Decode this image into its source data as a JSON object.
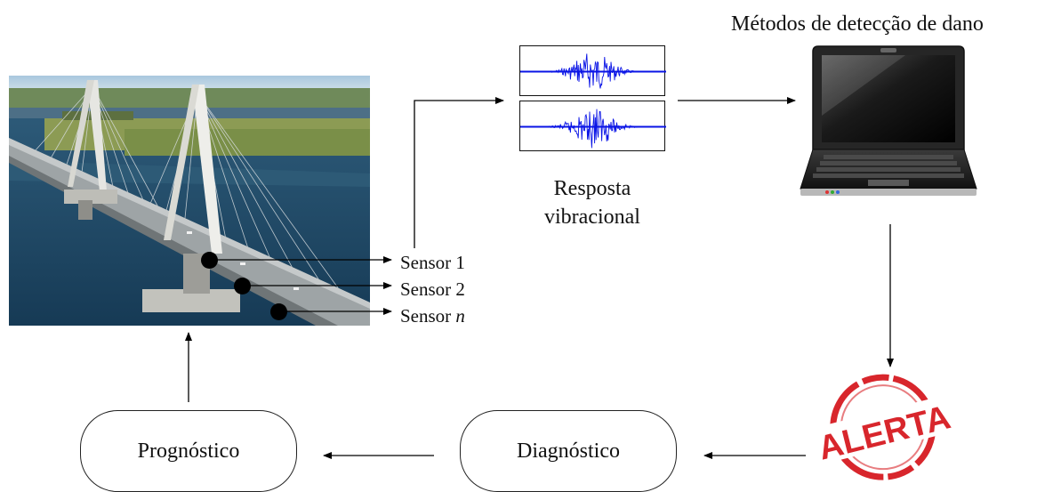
{
  "title": "Métodos de detecção de dano",
  "response": {
    "line1": "Resposta",
    "line2": "vibracional"
  },
  "sensors": [
    {
      "label": "Sensor 1",
      "suffix": ""
    },
    {
      "label": "Sensor 2",
      "suffix": ""
    },
    {
      "label": "Sensor ",
      "suffix": "n"
    }
  ],
  "nodes": {
    "diagnostico": "Diagnóstico",
    "prognostico": "Prognóstico"
  },
  "alert": {
    "text": "ALERTA",
    "color": "#d8262c"
  },
  "colors": {
    "signal": "#0a14e6",
    "arrow": "#000000"
  },
  "icons": {
    "bridge": "cable-stayed-bridge-photo",
    "laptop": "laptop-icon",
    "stamp": "alert-stamp-icon"
  }
}
